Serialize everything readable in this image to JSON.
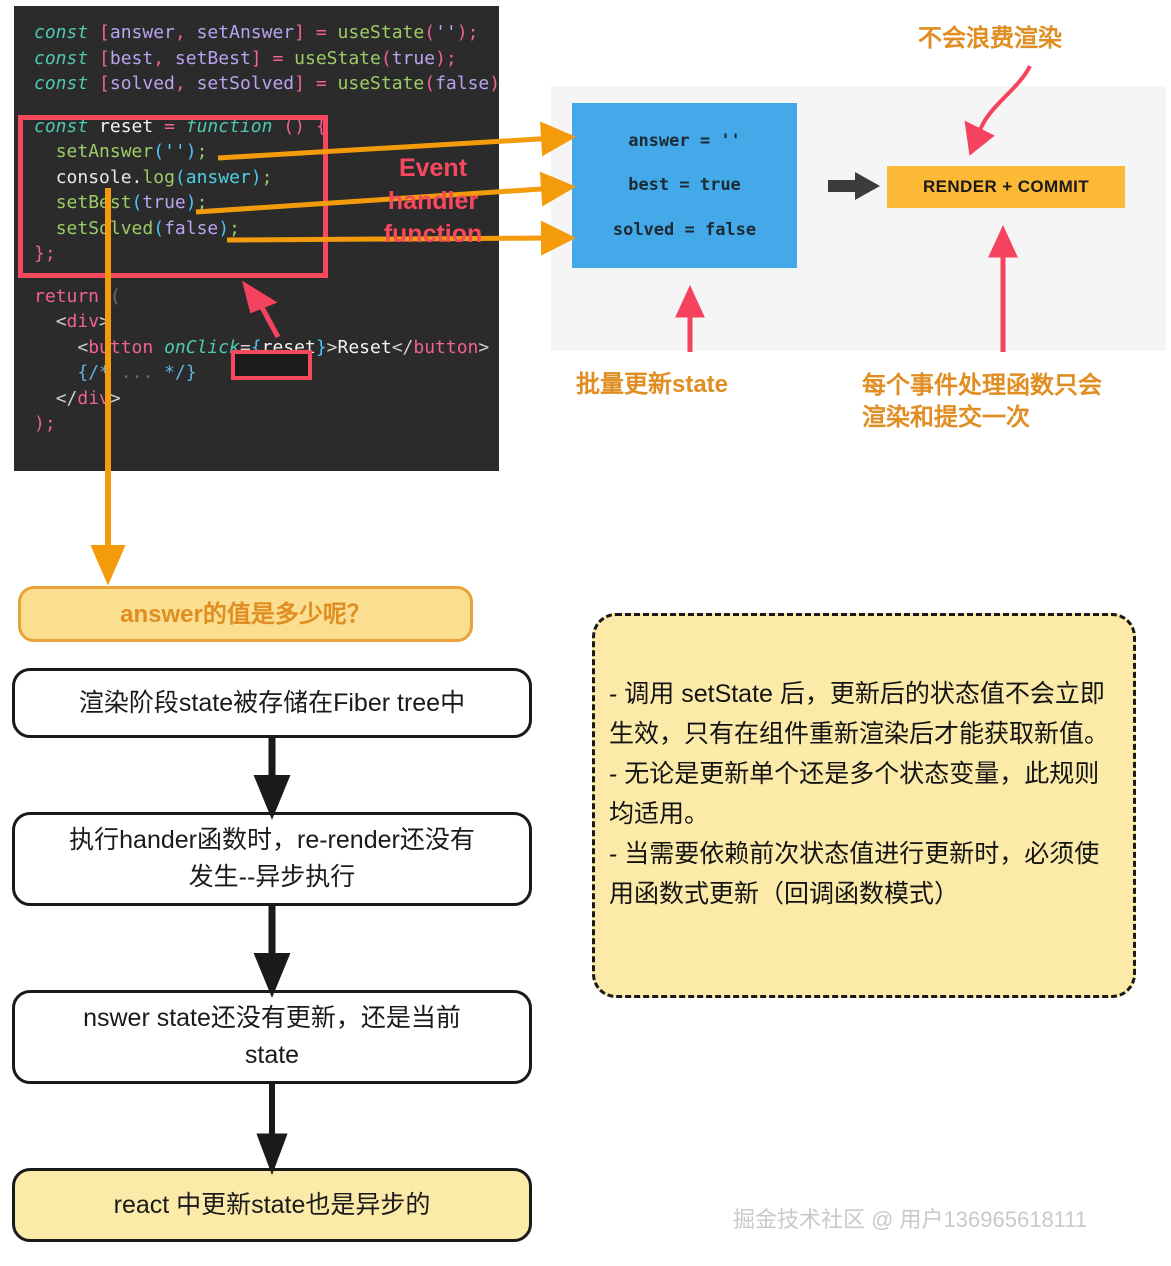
{
  "code": {
    "lines": [
      {
        "id": "l1",
        "text": "const [answer, setAnswer] = useState('');"
      },
      {
        "id": "l2",
        "text": "const [best, setBest] = useState(true);"
      },
      {
        "id": "l3",
        "text": "const [solved, setSolved] = useState(false);"
      },
      {
        "id": "l4",
        "text": ""
      },
      {
        "id": "l5",
        "text": "const reset = function () {"
      },
      {
        "id": "l6",
        "text": "  setAnswer('');"
      },
      {
        "id": "l7",
        "text": "  console.log(answer);"
      },
      {
        "id": "l8",
        "text": "  setBest(true);"
      },
      {
        "id": "l9",
        "text": "  setSolved(false);"
      },
      {
        "id": "l10",
        "text": "};"
      },
      {
        "id": "l11",
        "text": ""
      },
      {
        "id": "l12",
        "text": "return ("
      },
      {
        "id": "l13",
        "text": "  <div>"
      },
      {
        "id": "l14",
        "text": "    <button onClick={reset}>Reset</button>"
      },
      {
        "id": "l15",
        "text": "    {/* ... */}"
      },
      {
        "id": "l16",
        "text": "  </div>"
      },
      {
        "id": "l17",
        "text": ");"
      }
    ],
    "tokens": {
      "const": "const",
      "function": "function",
      "return": "return",
      "useState": "useState",
      "answer": "answer",
      "setAnswer": "setAnswer",
      "best": "best",
      "setBest": "setBest",
      "solved": "solved",
      "setSolved": "setSolved",
      "reset": "reset",
      "console": "console",
      "log": "log",
      "true": "true",
      "false": "false",
      "emptyString": "''",
      "div": "div",
      "button": "button",
      "onClick": "onClick",
      "resetBinding": "{reset}",
      "resetLabel": "Reset",
      "jsxComment": "{/* ... */}"
    },
    "annotation_event_handler": "Event\nhandler\nfunction",
    "highlight_color": "#f8485e",
    "background": "#2b2b2b"
  },
  "diagram": {
    "state_box": {
      "color": "#43a9e8",
      "lines": [
        "answer = ''",
        "best = true",
        "solved = false"
      ]
    },
    "render_box": {
      "color": "#fbb935",
      "label": "RENDER + COMMIT"
    },
    "annotations": {
      "top_right": "不会浪费渲染",
      "batch_update": "批量更新state",
      "render_once": "每个事件处理函数只会\n渲染和提交一次"
    },
    "arrow_colors": {
      "orange": "#f49b0b",
      "pink": "#f4425f",
      "dark": "#3c3c3c"
    }
  },
  "flowchart": {
    "question_bubble": "answer的值是多少呢？",
    "steps": [
      {
        "id": "s1",
        "text": "渲染阶段state被存储在Fiber tree中"
      },
      {
        "id": "s2",
        "text": "执行hander函数时，re-render还没有\n发生--异步执行"
      },
      {
        "id": "s3",
        "text": "nswer state还没有更新，还是当前\nstate"
      },
      {
        "id": "s4",
        "text": "react 中更新state也是异步的"
      }
    ]
  },
  "note": {
    "bullets": [
      "- 调用 setState 后，更新后的状态值不会立即生效，只有在组件重新渲染后才能获取新值。",
      "- 无论是更新单个还是多个状态变量，此规则均适用。",
      "- 当需要依赖前次状态值进行更新时，必须使用函数式更新（回调函数模式）"
    ],
    "background": "#fbeaa8"
  },
  "watermark": "掘金技术社区 @ 用户136965618111"
}
